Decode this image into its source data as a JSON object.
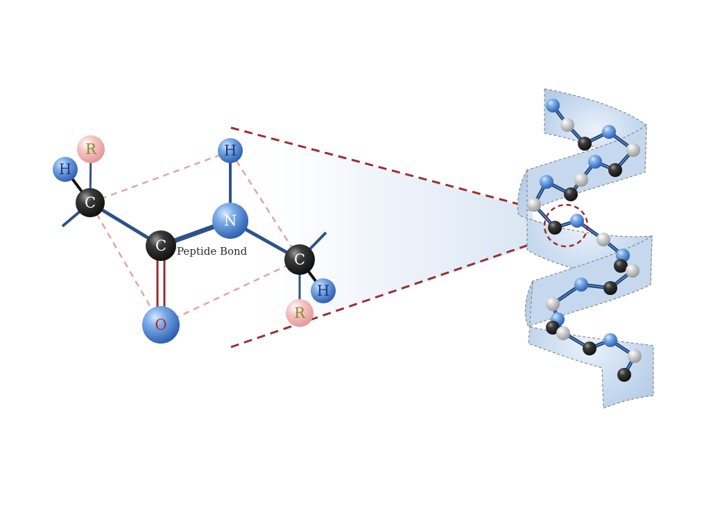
{
  "molecule": {
    "atoms": {
      "h_left": {
        "label": "H",
        "text_color": "#1e3a78"
      },
      "r_left": {
        "label": "R",
        "text_color": "#8a8a2a"
      },
      "c_alpha_left": {
        "label": "C",
        "text_color": "#ffffff"
      },
      "c_carbonyl": {
        "label": "C",
        "text_color": "#ffffff"
      },
      "o_carbonyl": {
        "label": "O",
        "text_color": "#b52a2a"
      },
      "n_amide": {
        "label": "N",
        "text_color": "#ffffff"
      },
      "h_amide": {
        "label": "H",
        "text_color": "#1e3a78"
      },
      "c_alpha_right": {
        "label": "C",
        "text_color": "#ffffff"
      },
      "h_right": {
        "label": "H",
        "text_color": "#1e3a78"
      },
      "r_right": {
        "label": "R",
        "text_color": "#8a8a2a"
      }
    },
    "bond_caption": "Peptide Bond"
  },
  "colors": {
    "bond_blue": "#2d5288",
    "double_bond_red": "#9c2b2b",
    "plane_dash": "#e0a5a0",
    "zoom_dash": "#9a2e2e",
    "helix_ribbon": "#bfd4ea",
    "carbon": "#3a3a3a",
    "nitrogen": "#5b8fd6",
    "hydrogen_blue": "#5b8fd6",
    "side_chain": "#f1b8b8",
    "helix_grey": "#c8c8c8"
  }
}
